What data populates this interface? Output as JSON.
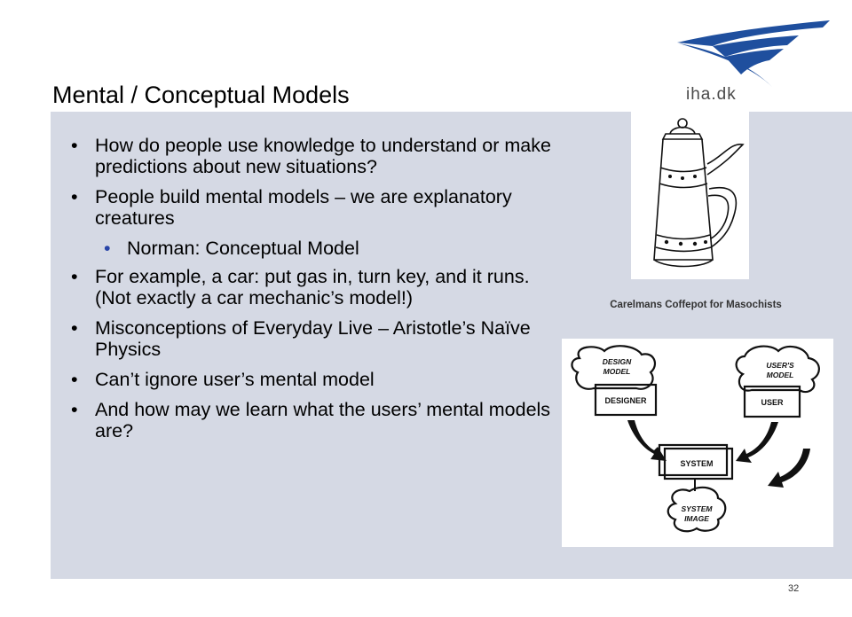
{
  "slide": {
    "title": "Mental / Conceptual Models",
    "page_number": "32"
  },
  "logo": {
    "text": "iha.dk",
    "color": "#1f4f9e"
  },
  "bullets": [
    {
      "level": 1,
      "text": "How do people use knowledge to understand or make predictions about new situations?"
    },
    {
      "level": 1,
      "text": "People build mental models – we are explanatory creatures"
    },
    {
      "level": 2,
      "text": "Norman: Conceptual Model"
    },
    {
      "level": 1,
      "text": "For example, a car: put gas in, turn  key, and it runs. (Not exactly a car mechanic’s model!)"
    },
    {
      "level": 1,
      "text": "Misconceptions of Everyday Live – Aristotle’s Naïve Physics"
    },
    {
      "level": 1,
      "text": "Can’t ignore user’s mental model"
    },
    {
      "level": 1,
      "text": "And how may we learn what the users’ mental models are?"
    }
  ],
  "coffeepot": {
    "caption": "Carelmans Coffepot for Masochists"
  },
  "diagram": {
    "design_model_label_1": "DESIGN",
    "design_model_label_2": "MODEL",
    "designer_label": "DESIGNER",
    "users_model_label_1": "USER'S",
    "users_model_label_2": "MODEL",
    "user_label": "USER",
    "system_label": "SYSTEM",
    "system_image_label_1": "SYSTEM",
    "system_image_label_2": "IMAGE"
  },
  "colors": {
    "panel": "#d5d9e4",
    "sub_bullet": "#2945a8"
  }
}
